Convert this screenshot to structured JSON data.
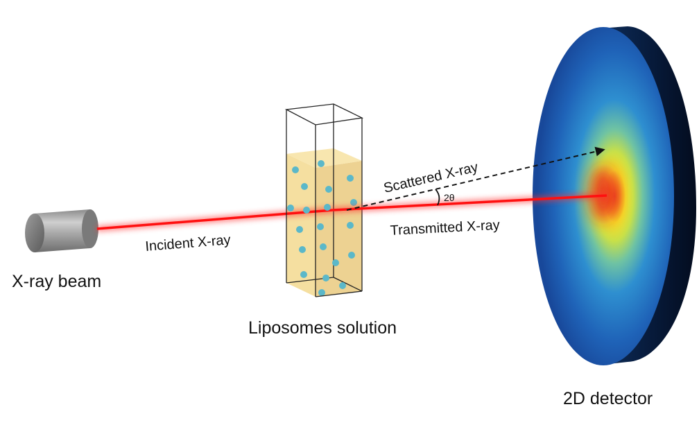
{
  "labels": {
    "xray_beam": "X-ray beam",
    "incident": "Incident X-ray",
    "liposomes": "Liposomes solution",
    "scattered": "Scattered X-ray",
    "angle": "2θ",
    "transmitted": "Transmitted X-ray",
    "detector": "2D detector"
  },
  "colors": {
    "beam": "#ff1a1a",
    "liquid": "#f5d78a",
    "particle": "#5bb8c9",
    "detector_outer": "#1f6bc2",
    "detector_hot": "#e8231b"
  }
}
